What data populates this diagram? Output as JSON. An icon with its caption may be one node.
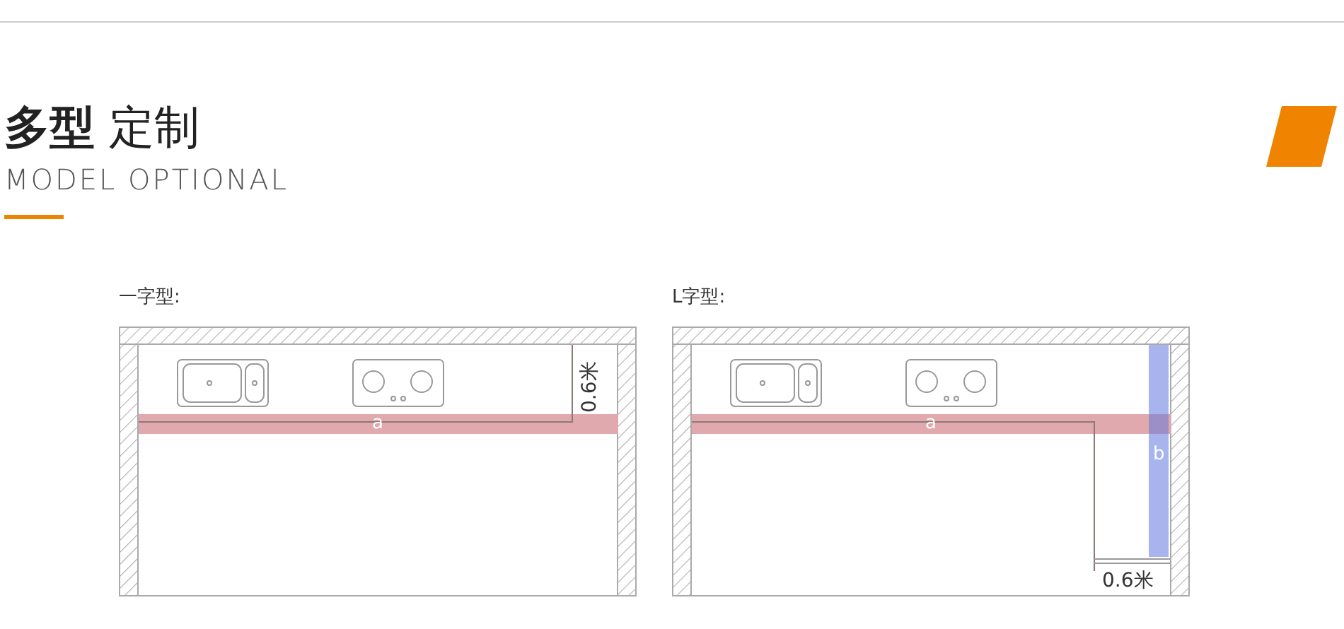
{
  "diagram": {
    "title": "**多型** 定制",
    "labels": [
      "MODEL OPTIONAL",
      "一字型:",
      "0.6米",
      "a",
      "L字型:",
      "a",
      "b",
      "0.6米"
    ]
  }
}
